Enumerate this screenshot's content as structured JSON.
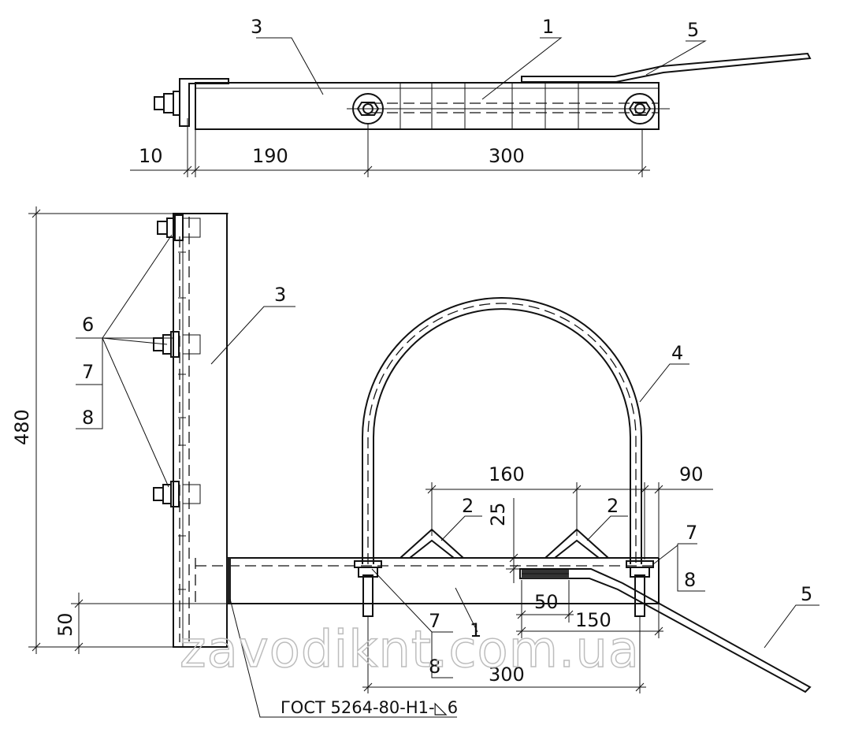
{
  "callouts": {
    "top_3": "3",
    "top_1": "1",
    "top_5": "5",
    "side_3": "3",
    "bolt_6": "6",
    "bolt_7": "7",
    "bolt_8": "8",
    "ubolt_4": "4",
    "support_2_left": "2",
    "support_2_right": "2",
    "right_7": "7",
    "right_8": "8",
    "bottom_7": "7",
    "bottom_8": "8",
    "bottom_1": "1",
    "strip_5": "5"
  },
  "dimensions": {
    "top_10": "10",
    "top_190": "190",
    "top_300": "300",
    "height_480": "480",
    "offset_50": "50",
    "spacing_160": "160",
    "right_90": "90",
    "height_25": "25",
    "strip_50": "50",
    "strip_150": "150",
    "bottom_300": "300"
  },
  "weld_note": "ГОСТ 5264-80-Н1-◺6",
  "watermark": "zavodiknt.com.ua"
}
